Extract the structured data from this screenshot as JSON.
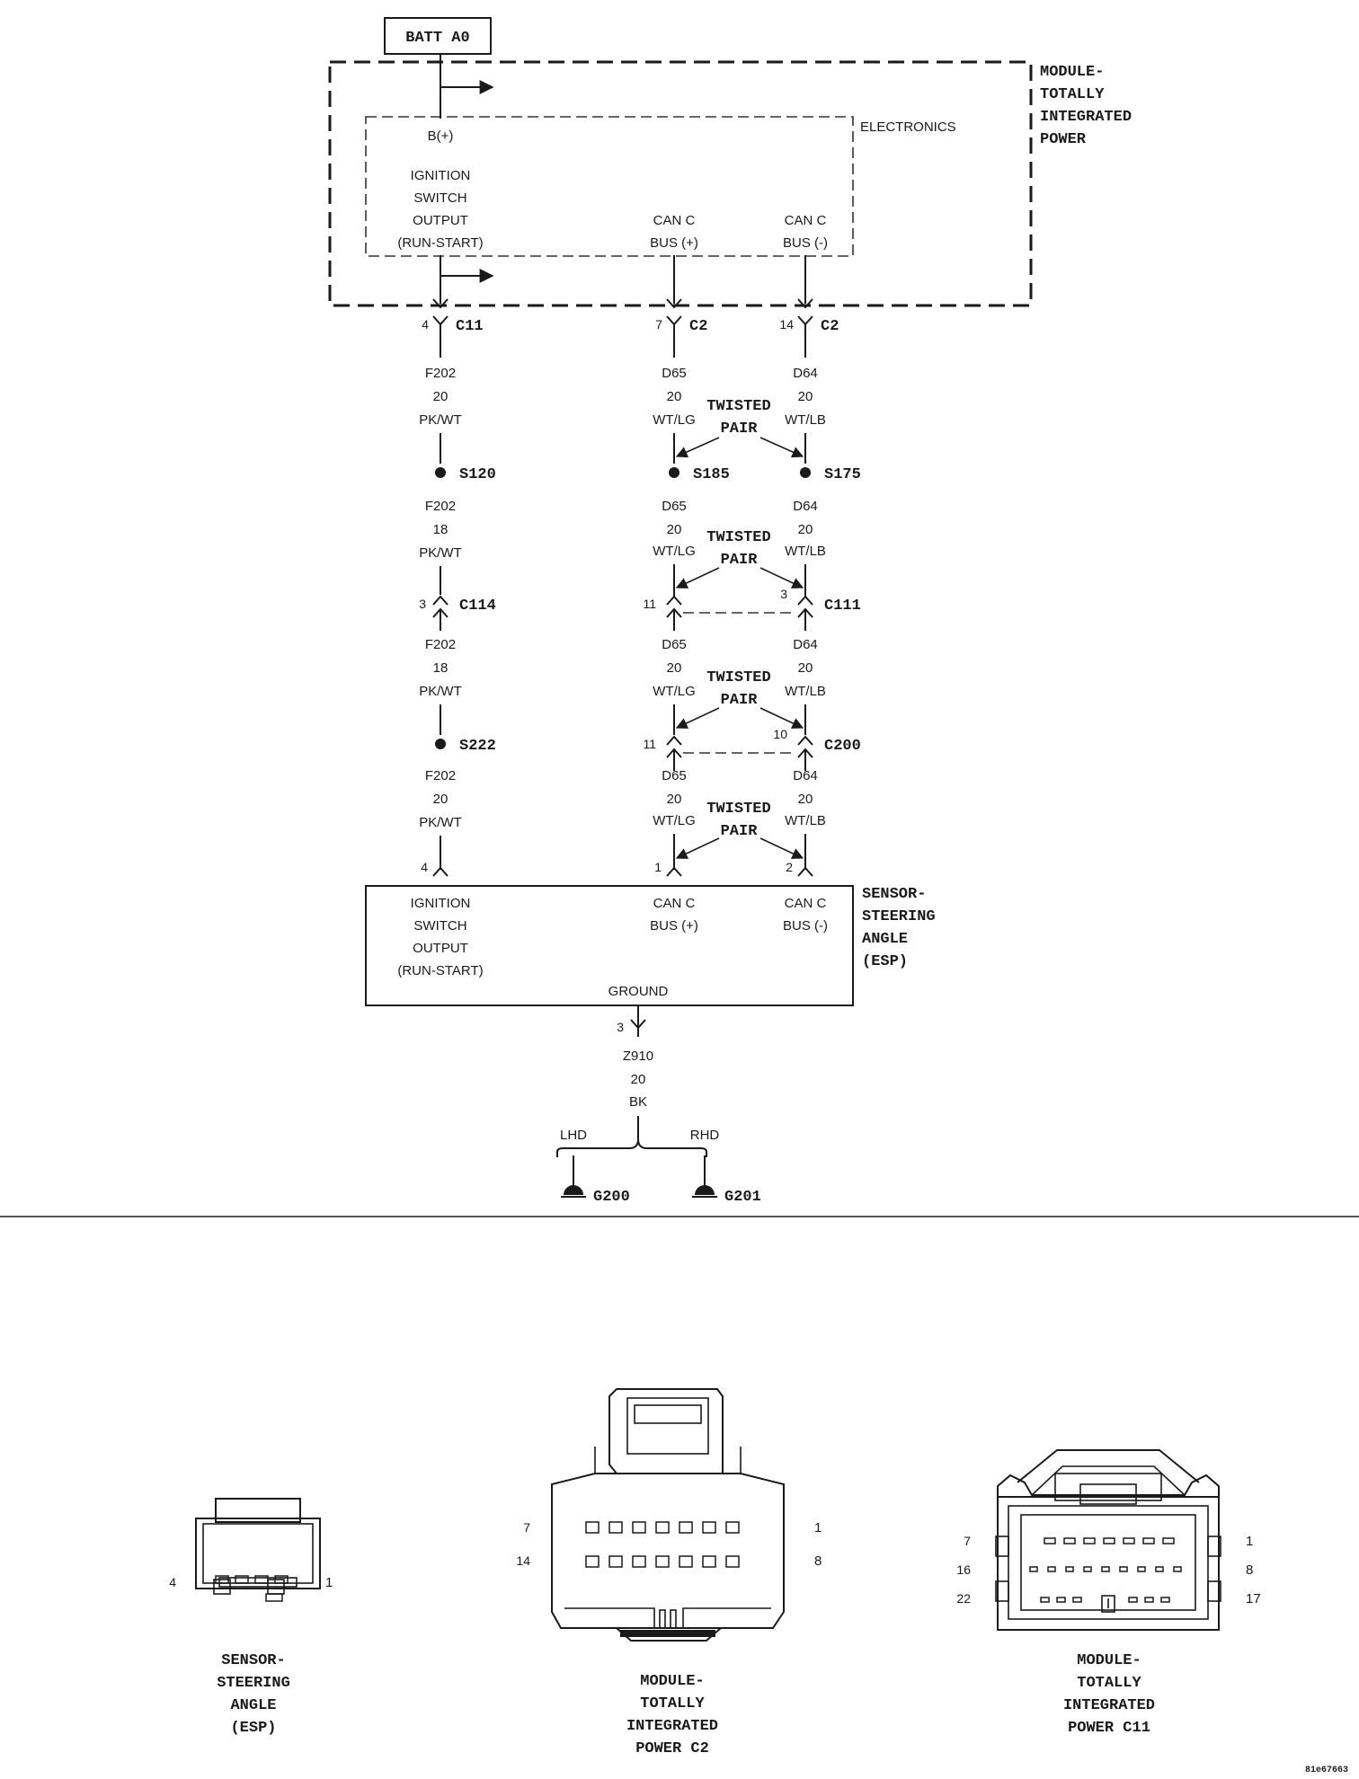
{
  "power_source": "BATT A0",
  "module_tip": {
    "title_lines": [
      "MODULE-",
      "TOTALLY",
      "INTEGRATED",
      "POWER"
    ],
    "electronics_label": "ELECTRONICS",
    "bplus": "B(+)"
  },
  "ign_output_lines": [
    "IGNITION",
    "SWITCH",
    "OUTPUT",
    "(RUN-START)"
  ],
  "can_plus_lines": [
    "CAN C",
    "BUS (+)"
  ],
  "can_minus_lines": [
    "CAN C",
    "BUS (-)"
  ],
  "connectors": {
    "c11": {
      "pin": "4",
      "name": "C11"
    },
    "c2a": {
      "pin": "7",
      "name": "C2"
    },
    "c2b": {
      "pin": "14",
      "name": "C2"
    },
    "c114": {
      "pin": "3",
      "name": "C114"
    },
    "c111": {
      "pin_left": "11",
      "pin_right": "3",
      "name": "C111"
    },
    "c200": {
      "pin_left": "11",
      "pin_right": "10",
      "name": "C200"
    },
    "esp_pin_ign": "4",
    "esp_pin_canp": "1",
    "esp_pin_canm": "2",
    "gnd_pin": "3"
  },
  "splices": {
    "s120": "S120",
    "s185": "S185",
    "s175": "S175",
    "s222": "S222"
  },
  "wires": {
    "f202_1": [
      "F202",
      "20",
      "PK/WT"
    ],
    "f202_2": [
      "F202",
      "18",
      "PK/WT"
    ],
    "f202_3": [
      "F202",
      "18",
      "PK/WT"
    ],
    "f202_4": [
      "F202",
      "20",
      "PK/WT"
    ],
    "d65_1": [
      "D65",
      "20",
      "WT/LG"
    ],
    "d64_1": [
      "D64",
      "20",
      "WT/LB"
    ],
    "d65_2": [
      "D65",
      "20",
      "WT/LG"
    ],
    "d64_2": [
      "D64",
      "20",
      "WT/LB"
    ],
    "d65_3": [
      "D65",
      "20",
      "WT/LG"
    ],
    "d64_3": [
      "D64",
      "20",
      "WT/LB"
    ],
    "d65_4": [
      "D65",
      "20",
      "WT/LG"
    ],
    "d64_4": [
      "D64",
      "20",
      "WT/LB"
    ],
    "z910": [
      "Z910",
      "20",
      "BK"
    ]
  },
  "twisted_pair": [
    "TWISTED",
    "PAIR"
  ],
  "esp_module": {
    "title_lines": [
      "SENSOR-",
      "STEERING",
      "ANGLE",
      "(ESP)"
    ],
    "ground": "GROUND"
  },
  "grounds": {
    "lhd": "LHD",
    "rhd": "RHD",
    "g200": "G200",
    "g201": "G201"
  },
  "views": {
    "esp": {
      "title_lines": [
        "SENSOR-",
        "STEERING",
        "ANGLE",
        "(ESP)"
      ],
      "pin_left": "4",
      "pin_right": "1"
    },
    "c2": {
      "title_lines": [
        "MODULE-",
        "TOTALLY",
        "INTEGRATED",
        "POWER C2"
      ],
      "pin_tl": "7",
      "pin_bl": "14",
      "pin_tr": "1",
      "pin_br": "8"
    },
    "c11": {
      "title_lines": [
        "MODULE-",
        "TOTALLY",
        "INTEGRATED",
        "POWER C11"
      ],
      "pin_1": "7",
      "pin_2": "16",
      "pin_3": "22",
      "pin_4": "1",
      "pin_5": "8",
      "pin_6": "17"
    }
  },
  "figure_id": "81e67663"
}
